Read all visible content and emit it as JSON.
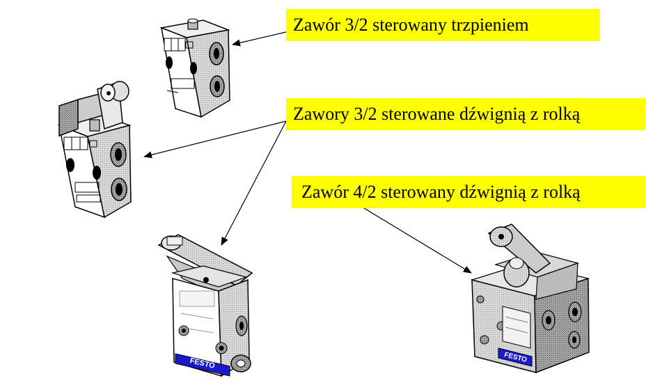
{
  "labels": {
    "valve_plunger": "Zawór 3/2 sterowany trzpieniem",
    "valves_roller_lever": "Zawory 3/2 sterowane dźwignią z rolką",
    "valve_4_2_roller_lever": "Zawór 4/2 sterowany dźwignią z rolką"
  },
  "brand": {
    "valve_center": "FESTO",
    "valve_right": "FESTO"
  },
  "colors": {
    "label_background": "#ffff00",
    "brand_plate": "#1a1acc",
    "arrow": "#000000"
  }
}
